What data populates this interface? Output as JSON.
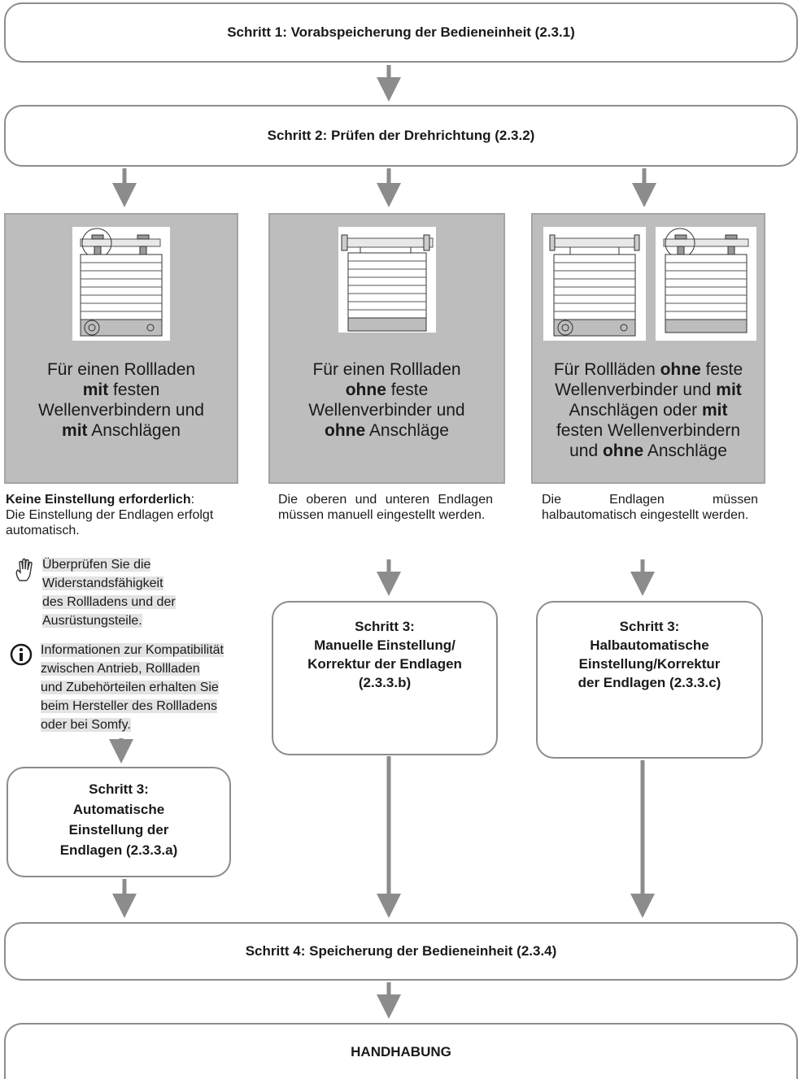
{
  "step1": "Schritt 1: Vorabspeicherung der Bedieneinheit (2.3.1)",
  "step2": "Schritt 2: Prüfen der Drehrichtung (2.3.2)",
  "col1": {
    "panel_l1a": "Für einen Rollladen",
    "panel_l2_bold": "mit",
    "panel_l2_rest": " festen",
    "panel_l3": "Wellenverbindern und",
    "panel_l4_bold": "mit",
    "panel_l4_rest": " Anschlägen",
    "desc_bold": "Keine Einstellung erforderlich",
    "desc_colon": ":",
    "desc_rest": "Die Einstellung der Endlagen erfolgt automatisch.",
    "hint_lines": [
      "Überprüfen Sie die",
      "Widerstandsfähigkeit",
      "des Rollladens und der",
      "Ausrüstungsteile."
    ],
    "info_lines": [
      "Informationen zur Kompatibilität",
      "zwischen Antrieb, Rollladen",
      "und Zubehörteilen erhalten Sie",
      "beim Hersteller des Rollladens",
      "oder bei Somfy."
    ],
    "step3_lines": [
      "Schritt 3:",
      "Automatische",
      "Einstellung der",
      "Endlagen (2.3.3.a)"
    ]
  },
  "col2": {
    "panel_l1": "Für einen Rollladen",
    "panel_l2_bold": "ohne",
    "panel_l2_rest": " feste",
    "panel_l3": "Wellenverbinder und",
    "panel_l4_bold": "ohne",
    "panel_l4_rest": " Anschläge",
    "desc": "Die oberen und unteren Endlagen müssen manuell eingestellt werden.",
    "step3_lines": [
      "Schritt 3:",
      "Manuelle Einstellung/",
      "Korrektur der Endlagen",
      "(2.3.3.b)"
    ]
  },
  "col3": {
    "panel_l1a": "Für Rollläden ",
    "panel_l1_bold": "ohne",
    "panel_l1b": " feste",
    "panel_l2a": "Wellenverbinder und ",
    "panel_l2_bold": "mit",
    "panel_l3a": "Anschlägen oder ",
    "panel_l3_bold": "mit",
    "panel_l4": "festen Wellenverbindern",
    "panel_l5a": "und ",
    "panel_l5_bold": "ohne",
    "panel_l5b": " Anschläge",
    "desc": "Die Endlagen müssen halbautomatisch eingestellt werden.",
    "step3_lines": [
      "Schritt 3:",
      "Halbautomatische",
      "Einstellung/Korrektur",
      "der Endlagen (2.3.3.c)"
    ]
  },
  "step4": "Schritt 4: Speicherung der Bedieneinheit (2.3.4)",
  "final": "HANDHABUNG",
  "icons": {
    "hint": "hand-icon",
    "info": "info-icon"
  },
  "colors": {
    "panel": "#bdbdbd",
    "arrow": "#8c8c8c",
    "box_border": "#8c8c8c"
  }
}
